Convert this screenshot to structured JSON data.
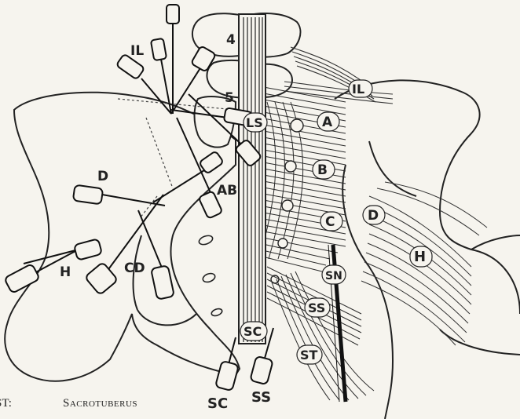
{
  "diagram": {
    "labels": {
      "vert_4": "4",
      "vert_5": "5",
      "il_needle": "IL",
      "il_ligament": "IL",
      "ls_needle": "LS",
      "a": "A",
      "b": "B",
      "c": "C",
      "d_right": "D",
      "d_left": "D",
      "ab": "AB",
      "h_right": "H",
      "h_left": "H",
      "cd": "CD",
      "sn": "SN",
      "ss_ligament": "SS",
      "st_ligament": "ST",
      "sc_upper": "SC",
      "sc_lower": "SC",
      "ss_lower": "SS"
    }
  },
  "caption": {
    "key": "ST:",
    "value": "Sacrotuberus"
  }
}
